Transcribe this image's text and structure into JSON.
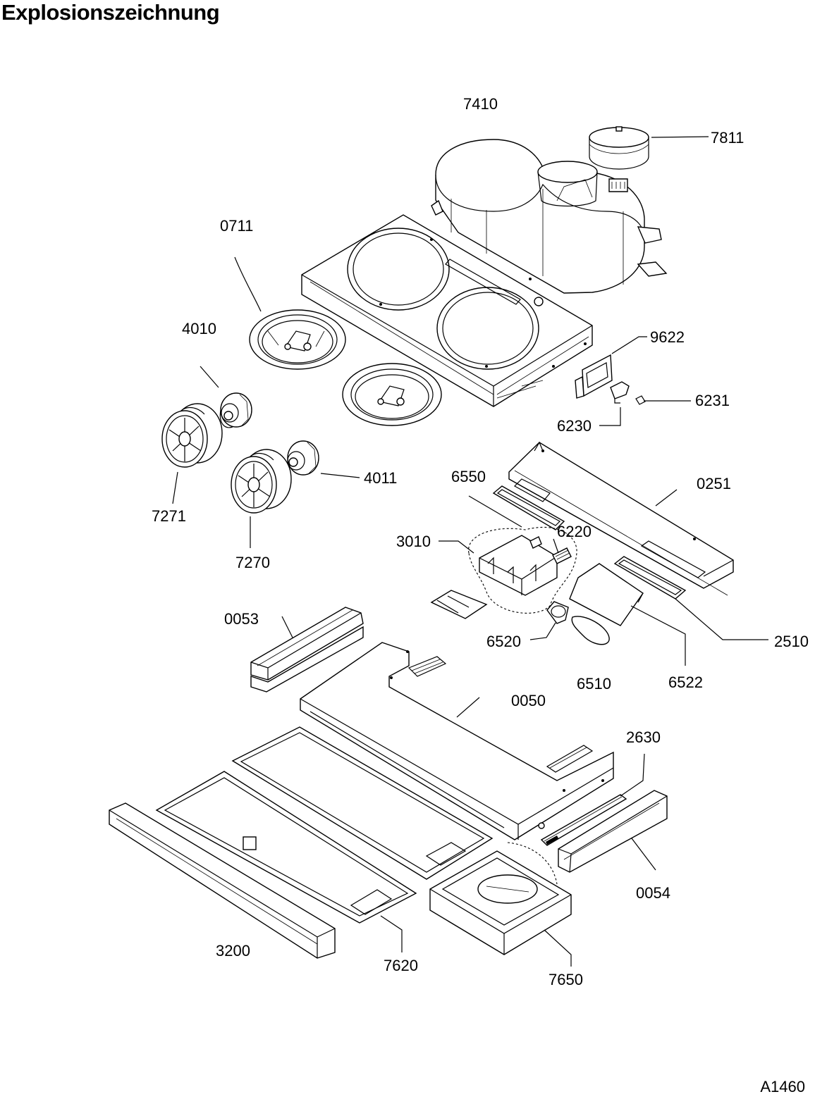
{
  "page": {
    "title": "Explosionszeichnung",
    "drawing_code": "A1460"
  },
  "parts": {
    "p7410": "7410",
    "p7811": "7811",
    "p0711": "0711",
    "p4010": "4010",
    "p9622": "9622",
    "p6231": "6231",
    "p6230": "6230",
    "p4011": "4011",
    "p6550": "6550",
    "p0251": "0251",
    "p7271": "7271",
    "p3010": "3010",
    "p6220": "6220",
    "p7270": "7270",
    "p0053": "0053",
    "p6520": "6520",
    "p2510": "2510",
    "p6510": "6510",
    "p6522": "6522",
    "p0050": "0050",
    "p2630": "2630",
    "p0054": "0054",
    "p3200": "3200",
    "p7620": "7620",
    "p7650": "7650"
  }
}
